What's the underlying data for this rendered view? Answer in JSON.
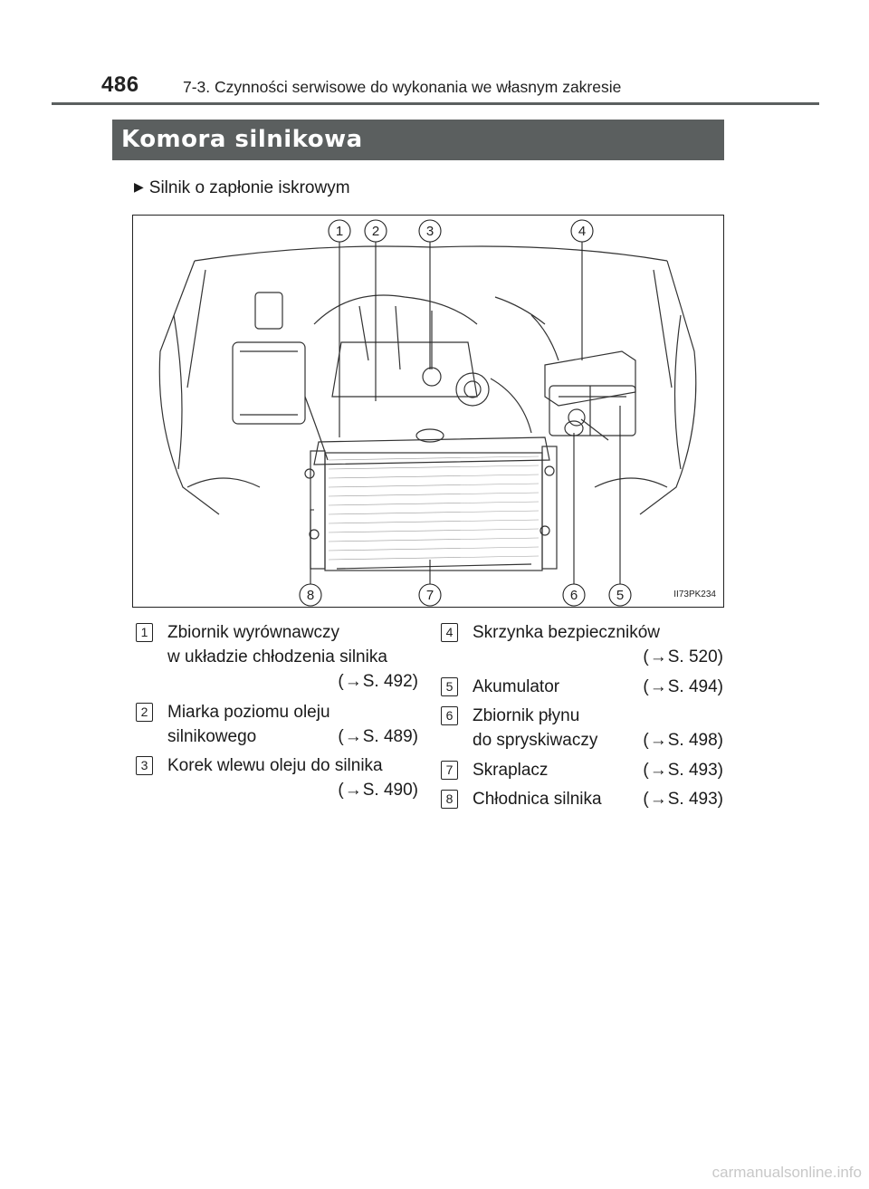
{
  "header": {
    "page_number": "486",
    "chapter_title": "7-3. Czynności serwisowe do wykonania we własnym zakresie"
  },
  "section": {
    "title": "Komora silnikowa"
  },
  "subheading": "Silnik o zapłonie iskrowym",
  "figure": {
    "code": "II73PK234",
    "callouts": [
      "1",
      "2",
      "3",
      "4",
      "5",
      "6",
      "7",
      "8"
    ]
  },
  "legend": {
    "left": [
      {
        "num": "1",
        "lines": [
          "Zbiornik wyrównawczy",
          "w układzie chłodzenia silnika"
        ],
        "ref": "S. 492)",
        "ref_prefix": "("
      },
      {
        "num": "2",
        "lines": [
          "Miarka poziomu oleju",
          "silnikowego"
        ],
        "ref": "S. 489)",
        "ref_prefix": "("
      },
      {
        "num": "3",
        "lines": [
          "Korek wlewu oleju do silnika"
        ],
        "ref": "S. 490)",
        "ref_prefix": "("
      }
    ],
    "right": [
      {
        "num": "4",
        "lines": [
          "Skrzynka bezpieczników"
        ],
        "ref": "S. 520)",
        "ref_prefix": "("
      },
      {
        "num": "5",
        "lines": [
          "Akumulator"
        ],
        "ref": "S. 494)",
        "ref_prefix": "("
      },
      {
        "num": "6",
        "lines": [
          "Zbiornik płynu",
          "do spryskiwaczy"
        ],
        "ref": "S. 498)",
        "ref_prefix": "("
      },
      {
        "num": "7",
        "lines": [
          "Skraplacz"
        ],
        "ref": "S. 493)",
        "ref_prefix": "("
      },
      {
        "num": "8",
        "lines": [
          "Chłodnica silnika"
        ],
        "ref": "S. 493)",
        "ref_prefix": "("
      }
    ]
  },
  "watermark": "carmanualsonline.info",
  "colors": {
    "band": "#5b5f5f",
    "text": "#1a1a1a",
    "watermark": "#c8c8c8"
  }
}
